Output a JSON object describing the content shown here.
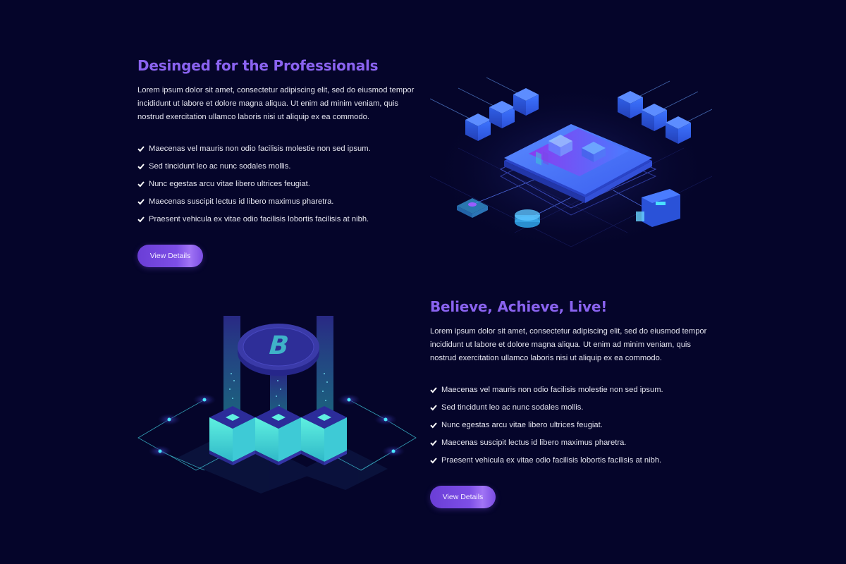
{
  "colors": {
    "background": "#05052a",
    "heading": "#8a63f0",
    "button_start": "#6a3ed6",
    "button_end": "#a174f5",
    "text": "#e4e4ef"
  },
  "sections": [
    {
      "title": "Desinged for the Professionals",
      "paragraph": "Lorem ipsum dolor sit amet, consectetur adipiscing elit, sed do eiusmod tempor incididunt ut labore et dolore magna aliqua. Ut enim ad minim veniam, quis nostrud exercitation ullamco laboris nisi ut aliquip ex ea commodo.",
      "bullet_icon": "check-icon",
      "bullets": [
        "Maecenas vel mauris non odio facilisis molestie non sed ipsum.",
        "Sed tincidunt leo ac nunc sodales mollis.",
        "Nunc egestas arcu vitae libero ultrices feugiat.",
        "Maecenas suscipit lectus id libero maximus pharetra.",
        "Praesent vehicula ex vitae odio facilisis lobortis facilisis at nibh."
      ],
      "button_label": "View Details",
      "illustration": "isometric-server-chip-network-illustration"
    },
    {
      "title": "Believe, Achieve, Live!",
      "paragraph": "Lorem ipsum dolor sit amet, consectetur adipiscing elit, sed do eiusmod tempor incididunt ut labore et dolore magna aliqua. Ut enim ad minim veniam, quis nostrud exercitation ullamco laboris nisi ut aliquip ex ea commodo.",
      "bullet_icon": "check-icon",
      "bullets": [
        "Maecenas vel mauris non odio facilisis molestie non sed ipsum.",
        "Sed tincidunt leo ac nunc sodales mollis.",
        "Nunc egestas arcu vitae libero ultrices feugiat.",
        "Maecenas suscipit lectus id libero maximus pharetra.",
        "Praesent vehicula ex vitae odio facilisis lobortis facilisis at nibh."
      ],
      "button_label": "View Details",
      "illustration": "isometric-bitcoin-blockchain-illustration"
    }
  ]
}
